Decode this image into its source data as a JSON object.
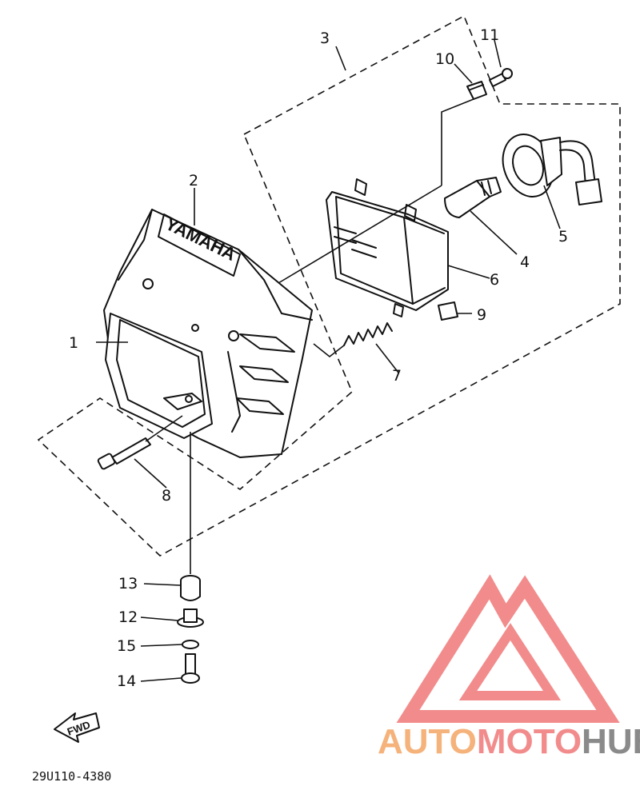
{
  "diagram": {
    "cowl_brand": "YAMAHA",
    "forward_arrow": "FWD",
    "part_code": "29U110-4380",
    "callouts": [
      "1",
      "2",
      "3",
      "4",
      "5",
      "6",
      "7",
      "8",
      "9",
      "10",
      "11",
      "12",
      "13",
      "14",
      "15"
    ]
  },
  "watermark": {
    "brand_part1": "AUTO",
    "brand_part2": "MOTO",
    "brand_part3": "HUB",
    "color_1": "#F5B27A",
    "color_2": "#F28C8C",
    "color_3": "#8A8A8A",
    "logo_color": "#F28C8C"
  }
}
